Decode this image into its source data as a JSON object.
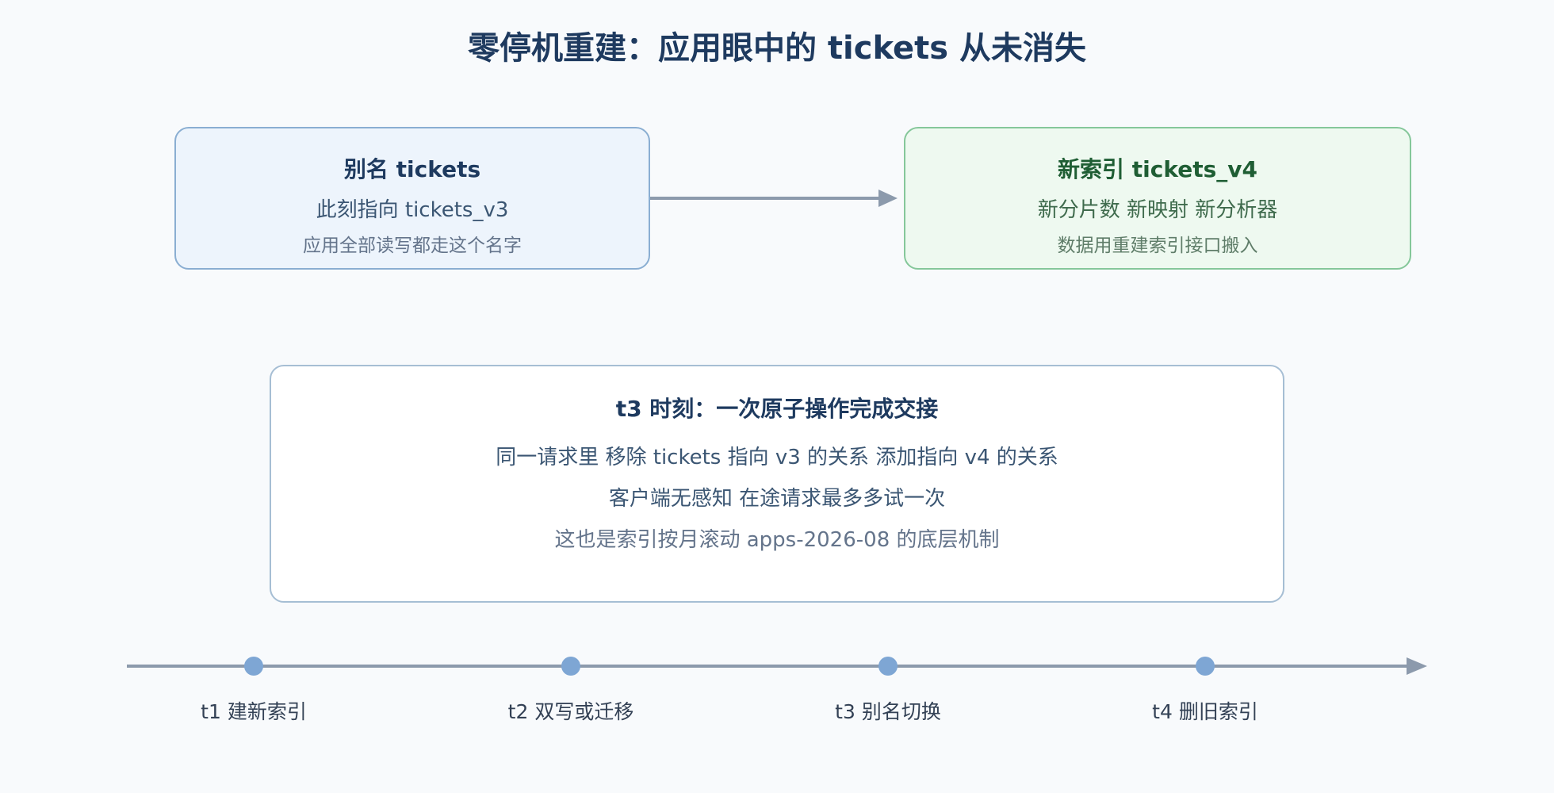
{
  "title": "零停机重建：应用眼中的 tickets 从未消失",
  "alias_box": {
    "title": "别名 tickets",
    "line": "此刻指向 tickets_v3",
    "note": "应用全部读写都走这个名字"
  },
  "new_box": {
    "title": "新索引 tickets_v4",
    "line": "新分片数 新映射 新分析器",
    "note": "数据用重建索引接口搬入"
  },
  "swap_box": {
    "title": "t3 时刻：一次原子操作完成交接",
    "line1": "同一请求里 移除 tickets 指向 v3 的关系 添加指向 v4 的关系",
    "line2": "客户端无感知 在途请求最多多试一次",
    "line3": "这也是索引按月滚动 apps-2026-08 的底层机制"
  },
  "timeline": {
    "steps": [
      "t1 建新索引",
      "t2 双写或迁移",
      "t3 别名切换",
      "t4 删旧索引"
    ]
  },
  "colors": {
    "arrow": "#8c9aac",
    "timeline_dot": "#7ea6d4"
  }
}
